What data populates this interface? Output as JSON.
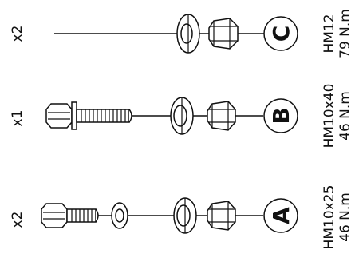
{
  "rows": [
    {
      "letter": "A",
      "quantity": "x2",
      "size": "HM10x25",
      "torque": "46 N.m"
    },
    {
      "letter": "B",
      "quantity": "x1",
      "size": "HM10x40",
      "torque": "46 N.m"
    },
    {
      "letter": "C",
      "quantity": "x2",
      "size": "HM12",
      "torque": "79 N.m"
    }
  ]
}
